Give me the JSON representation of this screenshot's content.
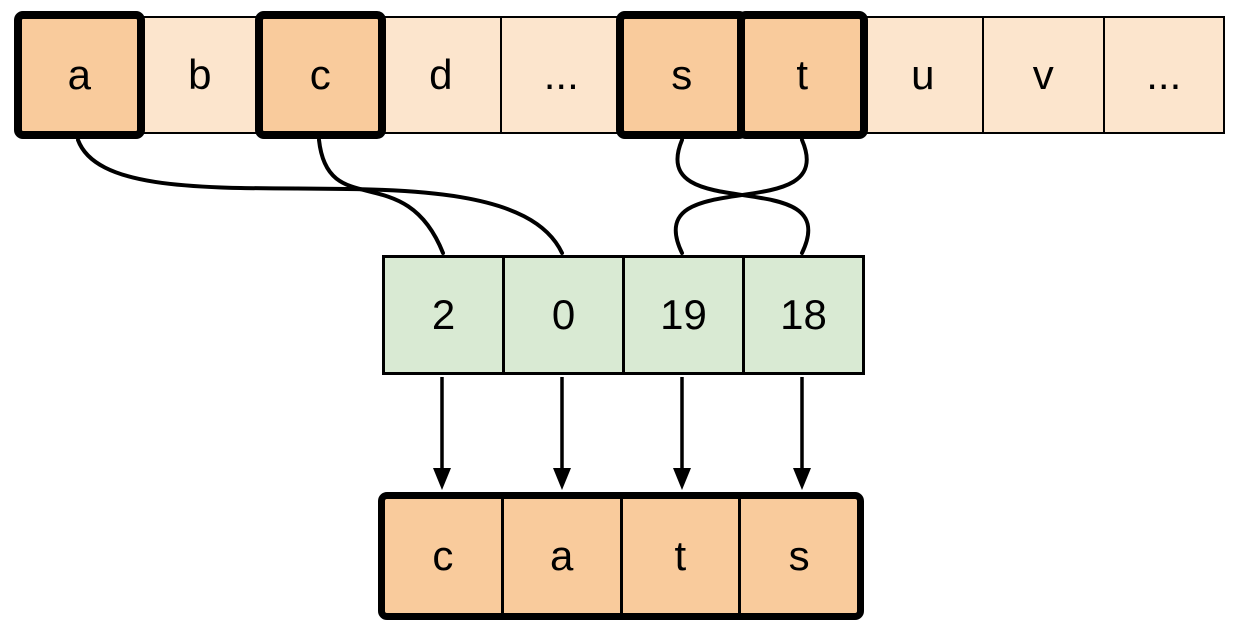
{
  "diagram": {
    "description": "character to index encoding of the word cats",
    "alphabet_row": {
      "cells": [
        {
          "label": "a",
          "highlighted": true
        },
        {
          "label": "b",
          "highlighted": false
        },
        {
          "label": "c",
          "highlighted": true
        },
        {
          "label": "d",
          "highlighted": false
        },
        {
          "label": "...",
          "highlighted": false
        },
        {
          "label": "s",
          "highlighted": true
        },
        {
          "label": "t",
          "highlighted": true
        },
        {
          "label": "u",
          "highlighted": false
        },
        {
          "label": "v",
          "highlighted": false
        },
        {
          "label": "...",
          "highlighted": false
        }
      ]
    },
    "index_row": {
      "cells": [
        {
          "label": "2"
        },
        {
          "label": "0"
        },
        {
          "label": "19"
        },
        {
          "label": "18"
        }
      ]
    },
    "output_row": {
      "cells": [
        {
          "label": "c"
        },
        {
          "label": "a"
        },
        {
          "label": "t"
        },
        {
          "label": "s"
        }
      ]
    },
    "mappings": [
      {
        "from": "a",
        "to": "0"
      },
      {
        "from": "c",
        "to": "2"
      },
      {
        "from": "s",
        "to": "18"
      },
      {
        "from": "t",
        "to": "19"
      }
    ],
    "colors": {
      "cell_light": "#FCE5CD",
      "cell_highlight": "#F9CB9C",
      "cell_index": "#D9EAD3",
      "stroke": "#000000",
      "background": "#FFFFFF"
    }
  }
}
